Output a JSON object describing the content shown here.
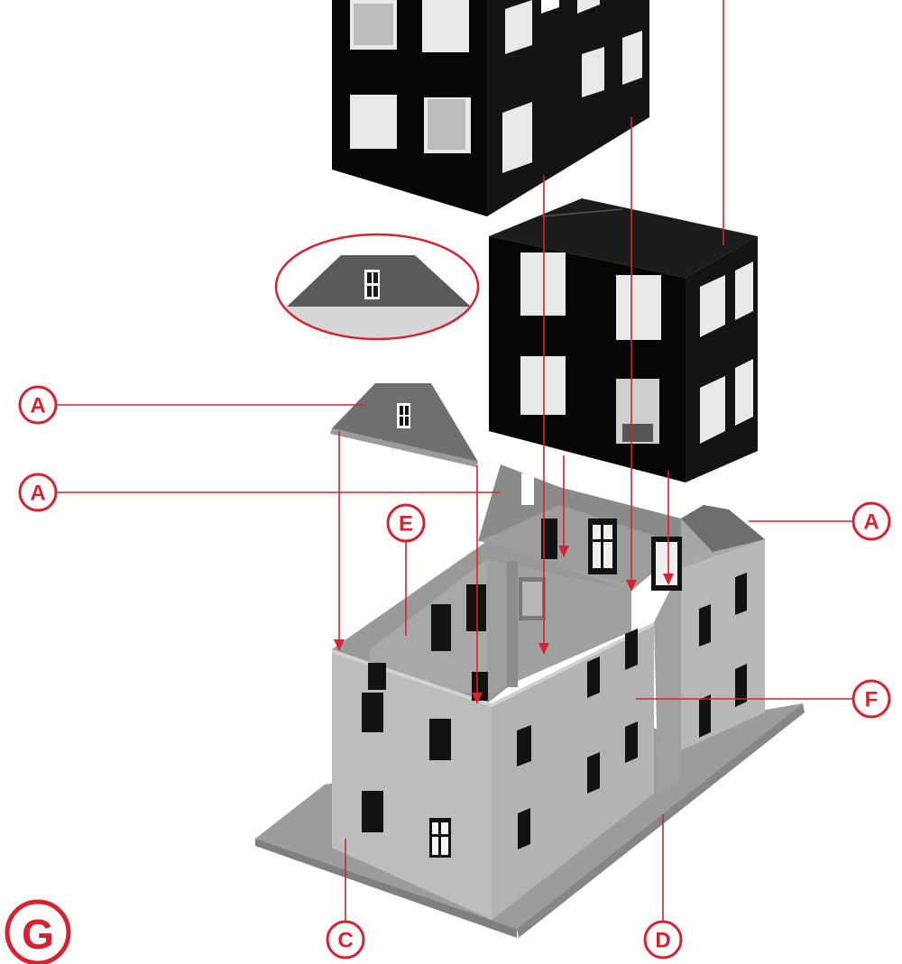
{
  "step": {
    "label": "G"
  },
  "callouts": [
    {
      "id": "a1",
      "label": "A"
    },
    {
      "id": "a2",
      "label": "A"
    },
    {
      "id": "a3",
      "label": "A"
    },
    {
      "id": "e",
      "label": "E"
    },
    {
      "id": "f",
      "label": "F"
    },
    {
      "id": "c",
      "label": "C"
    },
    {
      "id": "d",
      "label": "D"
    }
  ],
  "colors": {
    "accent": "#d7232f",
    "wall": "#b9b9b9",
    "wall_shadow": "#a4a4a4",
    "roof": "#6f6f6f",
    "base": "#9a9a9a",
    "insert": "#0a0a0a"
  }
}
